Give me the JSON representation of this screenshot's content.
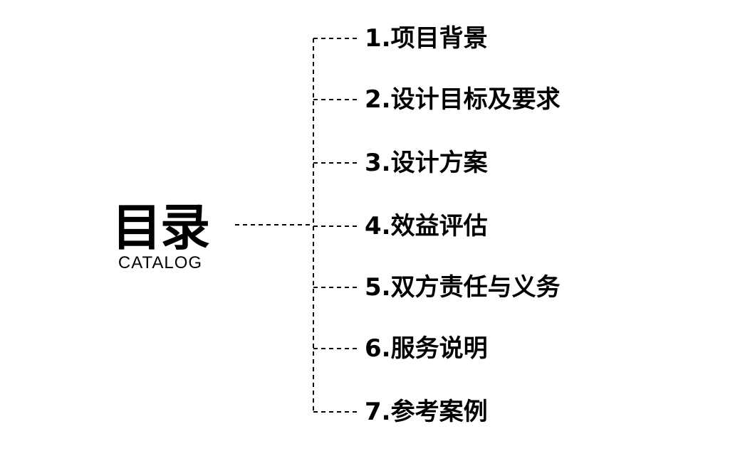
{
  "title": {
    "main": "目录",
    "sub": "CATALOG"
  },
  "items": [
    {
      "label": "1.项目背景"
    },
    {
      "label": "2.设计目标及要求"
    },
    {
      "label": "3.设计方案"
    },
    {
      "label": "4.效益评估"
    },
    {
      "label": "5.双方责任与义务"
    },
    {
      "label": "6.服务说明"
    },
    {
      "label": "7.参考案例"
    }
  ]
}
